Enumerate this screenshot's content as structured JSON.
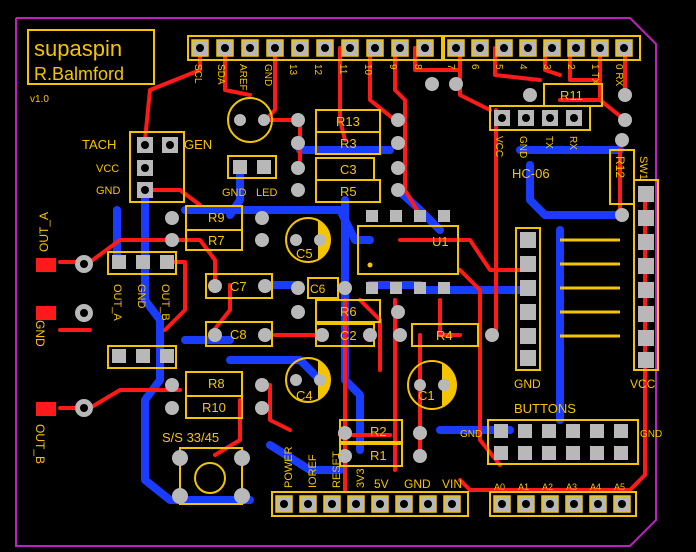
{
  "board": {
    "title_line1": "supaspin",
    "title_line2": "R.Balmford",
    "version": "v1.0"
  },
  "colors": {
    "background": "#000000",
    "outline": "#c020c0",
    "top_copper": "#ff1a1a",
    "bottom_copper": "#1a3cff",
    "silkscreen": "#f5c400",
    "pad": "#b8b8b8"
  },
  "arduino_pins": {
    "digital_left": [
      "SCL",
      "SDA",
      "AREF",
      "GND",
      "13",
      "12",
      "11",
      "10",
      "9",
      "8"
    ],
    "digital_right": [
      "7",
      "6",
      "5",
      "4",
      "3",
      "2",
      "1 TX",
      "0 RX"
    ],
    "power": [
      "POWER",
      "IOREF",
      "RESET",
      "3V3",
      "5V",
      "GND",
      "VIN"
    ],
    "analog": [
      "A0",
      "A1",
      "A2",
      "A3",
      "A4",
      "A5"
    ]
  },
  "connectors": {
    "tach_header": [
      "TACH",
      "VCC",
      "GND"
    ],
    "gen_label": "GEN",
    "led_header": [
      "GND",
      "LED"
    ],
    "outputs": [
      "OUT_A",
      "GND",
      "OUT_B"
    ],
    "output_header": [
      "OUT_A",
      "GND",
      "OUT_B"
    ],
    "bluetooth": {
      "name": "HC-06",
      "pins": [
        "VCC",
        "GND",
        "TX",
        "RX"
      ]
    },
    "buttons": {
      "label": "BUTTONS",
      "gnd_left": "GND",
      "gnd_right": "GND",
      "column_left": "GND",
      "column_right": "VCC",
      "switch": "SW1"
    },
    "ss_label": "S/S 33/45"
  },
  "components": {
    "resistors": [
      "R1",
      "R2",
      "R3",
      "R4",
      "R5",
      "R6",
      "R7",
      "R8",
      "R9",
      "R10",
      "R11",
      "R12",
      "R13"
    ],
    "capacitors": [
      "C1",
      "C2",
      "C3",
      "C4",
      "C5",
      "C6",
      "C7",
      "C8"
    ],
    "ic": "U1"
  }
}
